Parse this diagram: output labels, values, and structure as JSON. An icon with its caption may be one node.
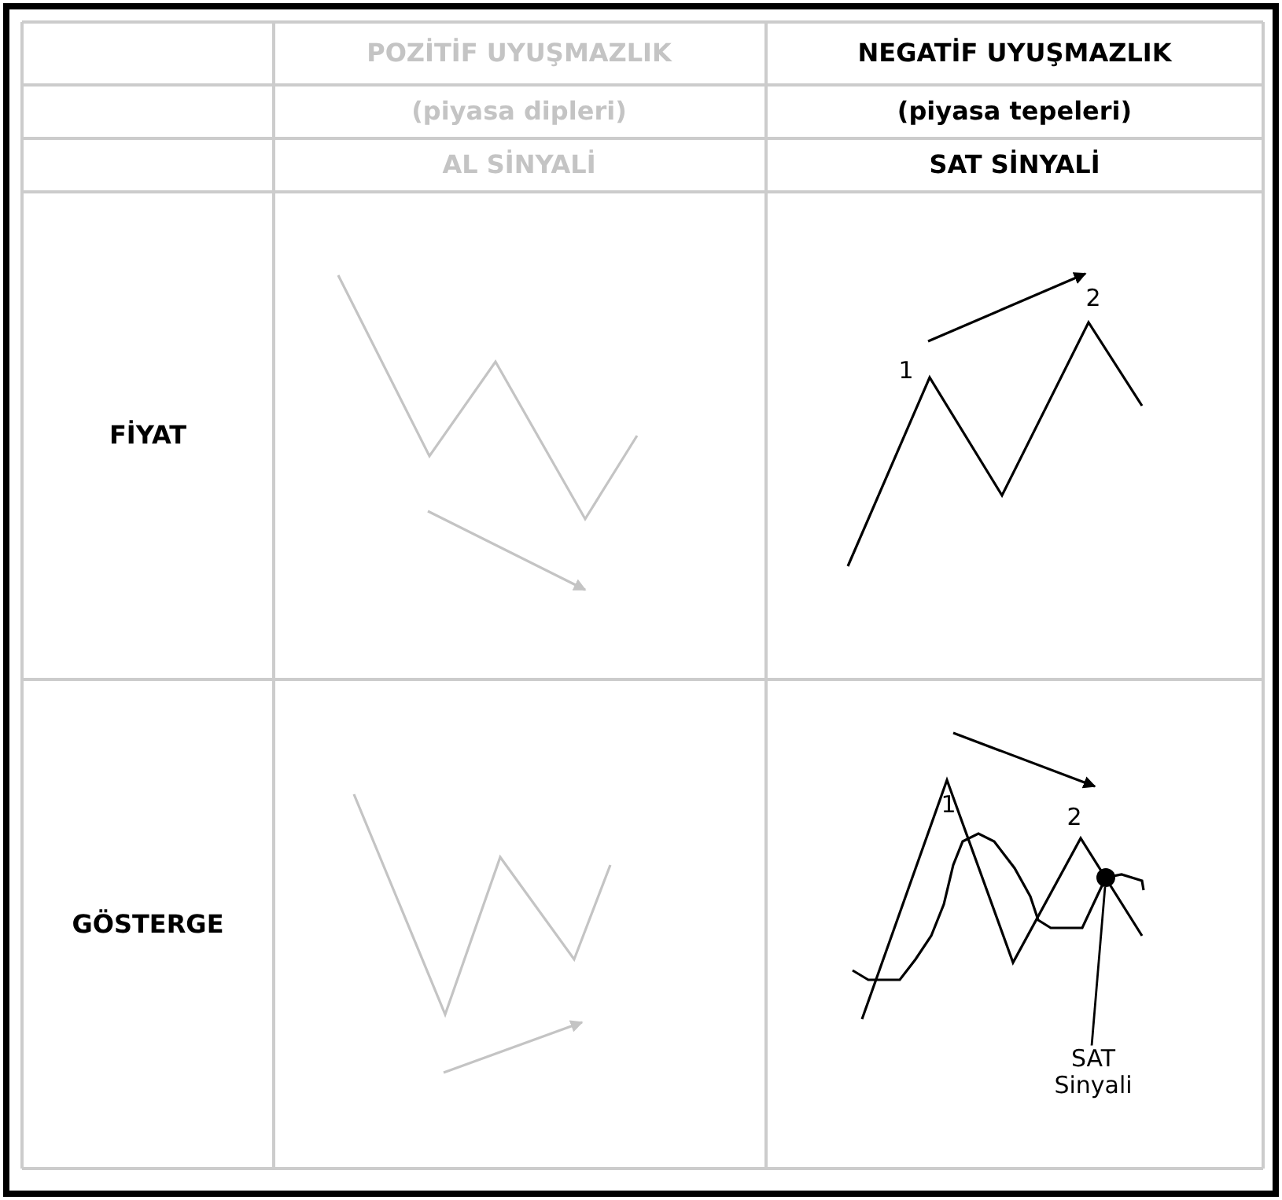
{
  "diagram": {
    "nodes": [
      {
        "text": [
          "SAT Sinyali"
        ]
      },
      {
        "text": [],
        "shape": "circle"
      }
    ],
    "edges": [
      {
        "from": 0,
        "to": 1,
        "arrow": "none"
      }
    ],
    "labels": [
      "POZİTİF UYUŞMAZLIK",
      "NEGATİF UYUŞMAZLIK",
      "(piyasa dipleri)",
      "(piyasa tepeleri)",
      "AL SİNYALİ",
      "SAT SİNYALİ",
      "FİYAT",
      "1",
      "2",
      "GÖSTERGE",
      "1",
      "2"
    ]
  }
}
